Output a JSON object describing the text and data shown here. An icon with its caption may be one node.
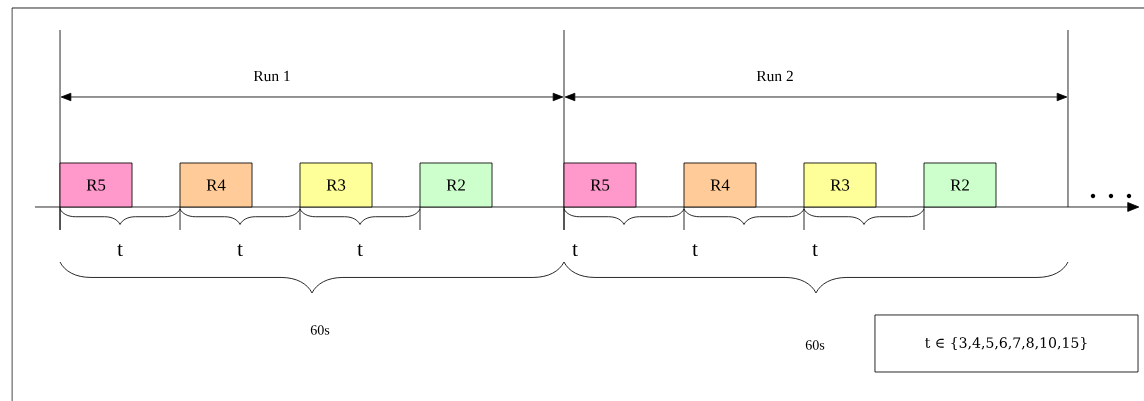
{
  "diagram": {
    "nodes": [
      {
        "text": [
          "R5"
        ]
      },
      {
        "text": [
          "R4"
        ]
      },
      {
        "text": [
          "R3"
        ]
      },
      {
        "text": [
          "R2"
        ]
      },
      {
        "text": [
          "R5"
        ]
      },
      {
        "text": [
          "R4"
        ]
      },
      {
        "text": [
          "R3"
        ]
      },
      {
        "text": [
          "R2"
        ]
      },
      {
        "text": [
          "t ∈ {3,4,5,6,7,8,10,15}"
        ]
      }
    ],
    "labels": [
      "Run 1",
      "Run 2",
      "t",
      "t",
      "t",
      "t",
      "t",
      "t",
      "60s",
      "60s"
    ]
  }
}
